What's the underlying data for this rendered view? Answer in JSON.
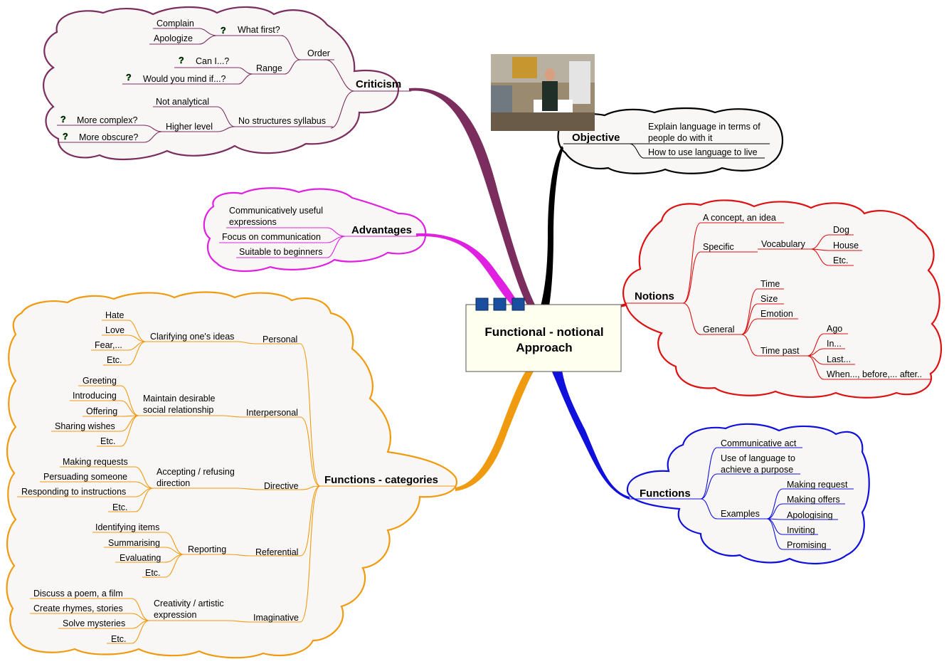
{
  "center": {
    "line1": "Functional - notional",
    "line2": "Approach"
  },
  "colors": {
    "criticism": "#7b2d5e",
    "advantages": "#e020e0",
    "functions_categories": "#f09a10",
    "objective": "#000000",
    "notions": "#dd1111",
    "functions": "#1010dd",
    "question_icon": "#22aa22"
  },
  "criticism": {
    "title": "Criticism",
    "complain": "Complain",
    "apologize": "Apologize",
    "what_first": "What first?",
    "order": "Order",
    "can_i": "Can I...?",
    "would_you_mind": "Would you mind if...?",
    "range": "Range",
    "not_analytical": "Not analytical",
    "no_structures": "No structures syllabus",
    "more_complex": "More complex?",
    "more_obscure": "More obscure?",
    "higher_level": "Higher level"
  },
  "advantages": {
    "title": "Advantages",
    "communicatively_1": "Communicatively useful",
    "communicatively_2": "expressions",
    "focus": "Focus on communication",
    "suitable": "Suitable to beginners"
  },
  "objective": {
    "title": "Objective",
    "explain_1": "Explain language in terms of",
    "explain_2": "people do with it",
    "how_to": "How to use language to live"
  },
  "notions": {
    "title": "Notions",
    "concept": "A concept, an idea",
    "specific": "Specific",
    "vocabulary": "Vocabulary",
    "dog": "Dog",
    "house": "House",
    "etc": "Etc.",
    "general": "General",
    "time": "Time",
    "size": "Size",
    "emotion": "Emotion",
    "time_past": "Time past",
    "ago": "Ago",
    "in": "In...",
    "last": "Last...",
    "when": "When..., before,... after.."
  },
  "functions": {
    "title": "Functions",
    "communicative_act": "Communicative act",
    "use_of_language_1": "Use of language to",
    "use_of_language_2": "achieve a purpose",
    "examples": "Examples",
    "making_request": "Making request",
    "making_offers": "Making offers",
    "apologising": "Apologising",
    "inviting": "Inviting",
    "promising": "Promising"
  },
  "functions_categories": {
    "title": "Functions - categories",
    "personal": "Personal",
    "clarifying": "Clarifying one's ideas",
    "hate": "Hate",
    "love": "Love",
    "fear": "Fear,...",
    "etc": "Etc.",
    "interpersonal": "Interpersonal",
    "maintain_1": "Maintain desirable",
    "maintain_2": "social relationship",
    "greeting": "Greeting",
    "introducing": "Introducing",
    "offering": "Offering",
    "sharing": "Sharing wishes",
    "directive": "Directive",
    "accepting_1": "Accepting / refusing",
    "accepting_2": "direction",
    "making_requests": "Making requests",
    "persuading": "Persuading someone",
    "responding": "Responding to instructions",
    "referential": "Referential",
    "reporting": "Reporting",
    "identifying": "Identifying items",
    "summarising": "Summarising",
    "evaluating": "Evaluating",
    "imaginative": "Imaginative",
    "creativity_1": "Creativity / artistic",
    "creativity_2": "expression",
    "discuss": "Discuss a poem, a film",
    "create": "Create rhymes, stories",
    "solve": "Solve mysteries"
  }
}
